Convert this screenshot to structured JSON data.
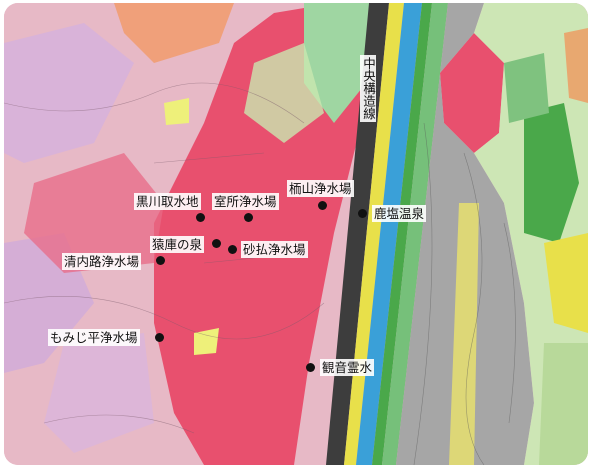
{
  "map": {
    "tectonic_line": "中央構造線",
    "markers": [
      {
        "id": "kurokawa",
        "label": "黒川取水地"
      },
      {
        "id": "muro",
        "label": "室所浄水場"
      },
      {
        "id": "tsukayama",
        "label": "栭山浄水場"
      },
      {
        "id": "kashiwa",
        "label": "鹿塩温泉"
      },
      {
        "id": "enko",
        "label": "猿庫の泉"
      },
      {
        "id": "sunahara",
        "label": "砂払浄水場"
      },
      {
        "id": "kiyouchi",
        "label": "清内路浄水場"
      },
      {
        "id": "momiji",
        "label": "もみじ平浄水場"
      },
      {
        "id": "kannon",
        "label": "観音霊水"
      }
    ],
    "colors": {
      "granite": "#e8506e",
      "sediment": "#e9b8c8",
      "schist_green": "#4aa84a",
      "schist_blue": "#3aa0d8",
      "yellow": "#e8e04a",
      "gray": "#a6a6a6"
    }
  }
}
